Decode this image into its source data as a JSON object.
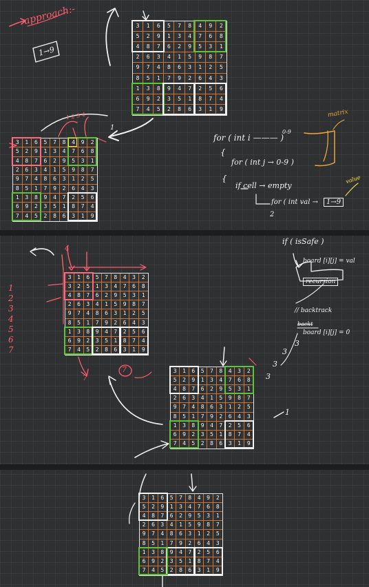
{
  "boards": [
    {
      "id": "board-1",
      "rows": [
        "316578492",
        "529134768",
        "487629531",
        "263415987",
        "974863125",
        "851792643",
        "138947256",
        "692351874",
        "745286319"
      ]
    },
    {
      "id": "board-2",
      "rows": [
        "316578492",
        "529134768",
        "487629531",
        "263415987",
        "974863125",
        "851792643",
        "138947256",
        "692351874",
        "745286319"
      ]
    },
    {
      "id": "board-3",
      "rows": [
        "316578432",
        "325134768",
        "487629531",
        "263415987",
        "974863125",
        "851792643",
        "138947256",
        "692351874",
        "745286319"
      ]
    },
    {
      "id": "board-4",
      "rows": [
        "316578432",
        "529134768",
        "487629531",
        "263415987",
        "974863125",
        "851792643",
        "138947256",
        "692351874",
        "745286319"
      ]
    },
    {
      "id": "board-5",
      "rows": [
        "316578492",
        "529134768",
        "487629531",
        "263415987",
        "974863125",
        "851792643",
        "138947256",
        "692351874",
        "745286319"
      ]
    }
  ],
  "notes": {
    "approach": "approach:-",
    "range": "1→9",
    "for_outer": "for ( int i ——— ) ",
    "for_outer_range": "0-9",
    "brace1": "{",
    "for_inner": "for ( int j → 0-9 )",
    "brace2": "{",
    "if_cell": "if cell → empty",
    "for_val": "for ( int val → ",
    "val_range": "1→9",
    "matrix": "matrix",
    "value": "value",
    "two": "2",
    "one": "1",
    "top_hints": "1 2 3 4",
    "if_safe": "if ( isSafe )",
    "assign": "board [i][j] = val",
    "recursion": "recursion",
    "backtrack": "// backtrack",
    "backt": "backt",
    "reset": "board [i][j] = 0",
    "three_a": "3",
    "three_b": "3",
    "three_c": "3",
    "three_d": "3",
    "four": "4",
    "seven": "7",
    "circle_seven": "7",
    "arrow_one": "1",
    "col_nums": [
      "1",
      "2",
      "3",
      "4",
      "5",
      "6",
      "7"
    ]
  }
}
